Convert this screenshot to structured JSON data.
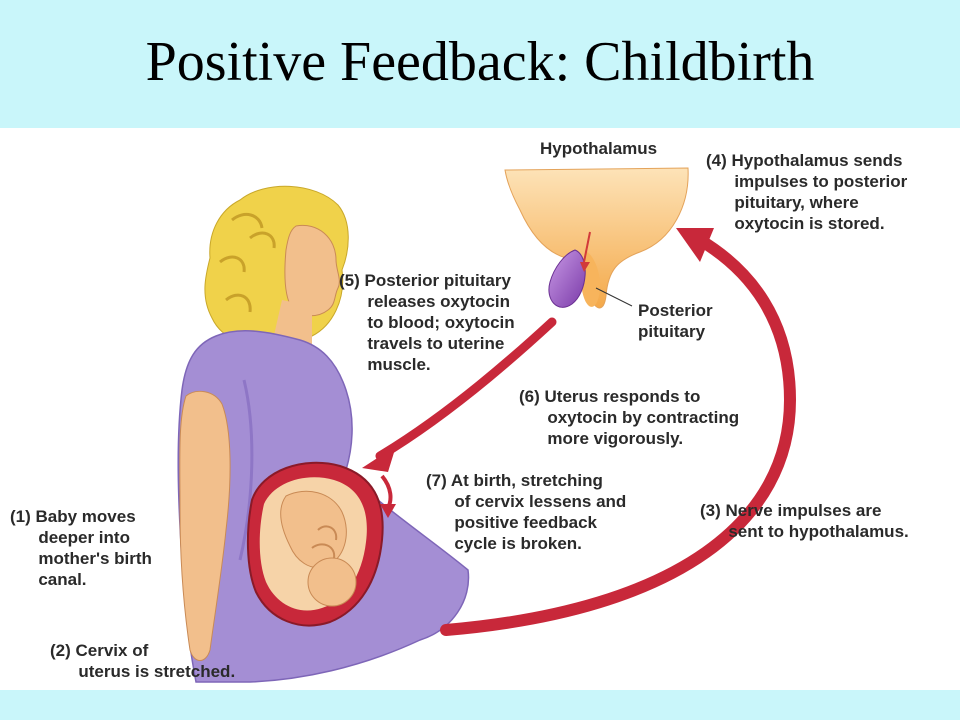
{
  "slide": {
    "title": "Positive Feedback: Childbirth"
  },
  "labels": {
    "hypothalamus": "Hypothalamus",
    "posterior_pituitary": "Posterior\npituitary",
    "step1": "(1) Baby moves\n      deeper into\n      mother's birth\n      canal.",
    "step2": "(2) Cervix of\n      uterus is stretched.",
    "step3": "(3) Nerve impulses are\n      sent to hypothalamus.",
    "step4": "(4) Hypothalamus sends\n      impulses to posterior\n      pituitary, where\n      oxytocin is stored.",
    "step5": "(5) Posterior pituitary\n      releases oxytocin\n      to blood; oxytocin\n      travels to uterine\n      muscle.",
    "step6": "(6) Uterus responds to\n      oxytocin by contracting\n      more vigorously.",
    "step7": "(7) At birth, stretching\n      of cervix lessens and\n      positive feedback\n      cycle is broken."
  },
  "colors": {
    "background": "#c9f6fa",
    "arrow": "#c8283a",
    "dress": "#a48ed4",
    "hair": "#f0d24a",
    "skin": "#f2bf8c",
    "pituitary": "#9b59c4"
  }
}
